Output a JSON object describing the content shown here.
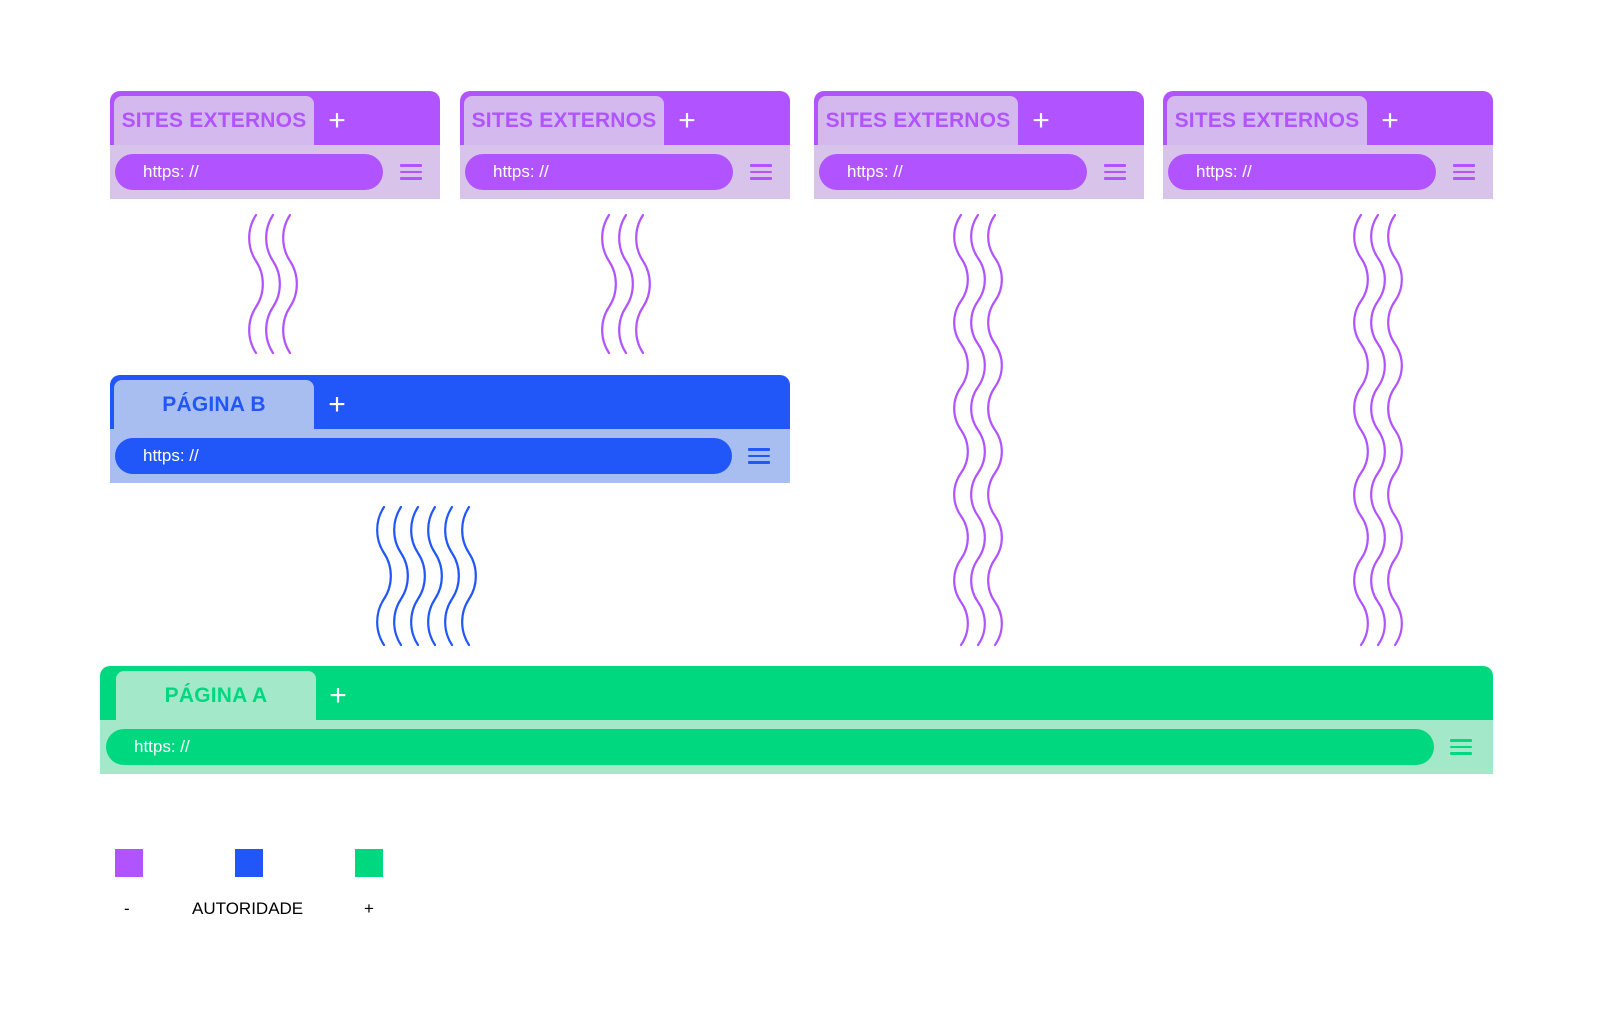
{
  "colors": {
    "purple": "#b154ff",
    "purple_light": "#d8c4ea",
    "purple_tab": "#d4b9ef",
    "blue": "#2157f8",
    "blue_light": "#a9bef0",
    "green": "#00d880",
    "green_light": "#a3e9c9"
  },
  "windows": [
    {
      "id": "ext1",
      "tab_label": "SITES EXTERNOS",
      "plus": "+",
      "url": "https: //",
      "theme": "purple"
    },
    {
      "id": "ext2",
      "tab_label": "SITES EXTERNOS",
      "plus": "+",
      "url": "https: //",
      "theme": "purple"
    },
    {
      "id": "ext3",
      "tab_label": "SITES EXTERNOS",
      "plus": "+",
      "url": "https: //",
      "theme": "purple"
    },
    {
      "id": "ext4",
      "tab_label": "SITES EXTERNOS",
      "plus": "+",
      "url": "https: //",
      "theme": "purple"
    },
    {
      "id": "pageB",
      "tab_label": "PÁGINA B",
      "plus": "+",
      "url": "https: //",
      "theme": "blue"
    },
    {
      "id": "pageA",
      "tab_label": "PÁGINA A",
      "plus": "+",
      "url": "https: //",
      "theme": "green"
    }
  ],
  "icons": {
    "plus": "plus-icon",
    "menu": "hamburger-menu-icon"
  },
  "legend": {
    "items": [
      {
        "label": "-",
        "color": "#b154ff"
      },
      {
        "label": "AUTORIDADE",
        "color": "#2157f8"
      },
      {
        "label": "+",
        "color": "#00d880"
      }
    ]
  }
}
